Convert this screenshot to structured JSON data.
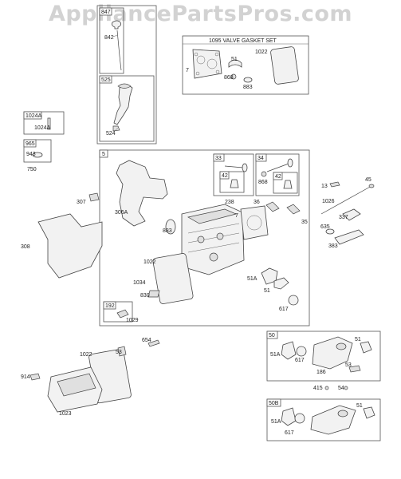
{
  "watermark": "AppliancePartsPros.com",
  "group_tags": {
    "g847": "847",
    "g525": "525",
    "g1024a": "1024A",
    "g965": "965",
    "g5": "5",
    "g33": "33",
    "g34": "34",
    "g42a": "42",
    "g42b": "42",
    "g192": "192",
    "g50": "50",
    "g50b": "50B"
  },
  "group_titles": {
    "valve_gasket_set": "1095 VALVE GASKET SET"
  },
  "labels": {
    "l842": "842",
    "l524": "524",
    "l7a": "7",
    "l51a": "51",
    "l1022a": "1022",
    "l868a": "868",
    "l883a": "883",
    "l1024a_sub": "1024A",
    "l943": "943",
    "l750": "750",
    "l307": "307",
    "l308": "308",
    "l306a": "306A",
    "l883b": "883",
    "l1022b": "1022",
    "l1034": "1034",
    "l830": "830",
    "l1029": "1029",
    "l238": "238",
    "l36": "36",
    "l7b": "7",
    "l35": "35",
    "l868b": "868",
    "l51a_b": "51A",
    "l51b": "51",
    "l617a": "617",
    "l13": "13",
    "l45": "45",
    "l1026": "1026",
    "l337": "337",
    "l635": "635",
    "l383": "383",
    "l1022c": "1022",
    "l53a": "53",
    "l654": "654",
    "l914": "914",
    "l1023": "1023",
    "l51a_c": "51A",
    "l617b": "617",
    "l51c": "51",
    "l186": "186",
    "l53b": "53",
    "l415": "415",
    "l54": "54",
    "l51a_d": "51A",
    "l617c": "617",
    "l51d": "51"
  }
}
